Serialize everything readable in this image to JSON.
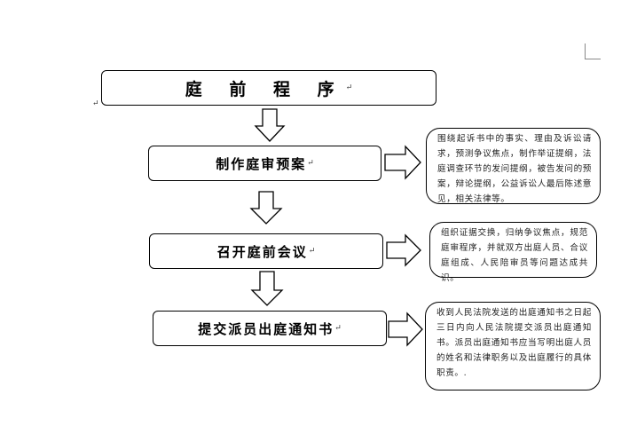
{
  "title": {
    "text": "庭 前 程 序",
    "mark": "↵"
  },
  "lone_mark": "↵",
  "steps": [
    {
      "label": "制作庭审预案",
      "mark": "↵"
    },
    {
      "label": "召开庭前会议",
      "mark": "↵"
    },
    {
      "label": "提交派员出庭通知书",
      "mark": "↵"
    }
  ],
  "notes": [
    {
      "text": "围绕起诉书中的事实、理由及诉讼请求，预测争议焦点，制作举证提纲，法庭调查环节的发问提纲，被告发问的预案，辩论提纲，公益诉讼人最后陈述意见，相关法律等。"
    },
    {
      "text": "组织证据交换，归纳争议焦点，规范庭审程序，并就双方出庭人员、合议庭组成、人民陪审员等问题达成共识。"
    },
    {
      "text": "收到人民法院发送的出庭通知书之日起三日内向人民法院提交派员出庭通知书。派员出庭通知书应当写明出庭人员的姓名和法律职务以及出庭履行的具体职责。."
    }
  ]
}
